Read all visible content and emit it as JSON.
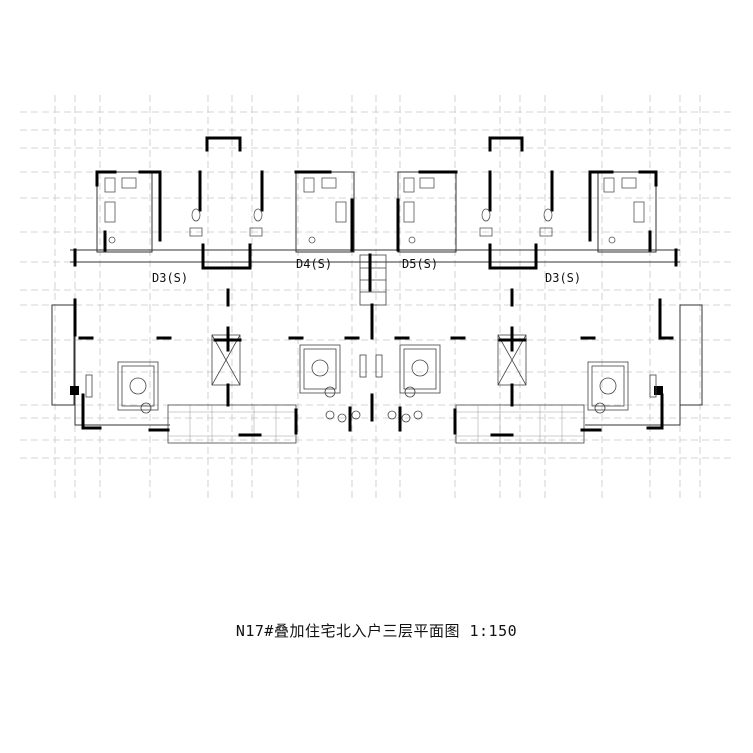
{
  "drawing": {
    "title": "N17#叠加住宅北入户三层平面图 1:150",
    "units": [
      {
        "label": "D3(S)"
      },
      {
        "label": "D4(S)"
      },
      {
        "label": "D5(S)"
      },
      {
        "label": "D3(S)"
      }
    ]
  },
  "colors": {
    "wall": "#000000",
    "grid": "#c8c8c8",
    "fixture": "#555555"
  }
}
